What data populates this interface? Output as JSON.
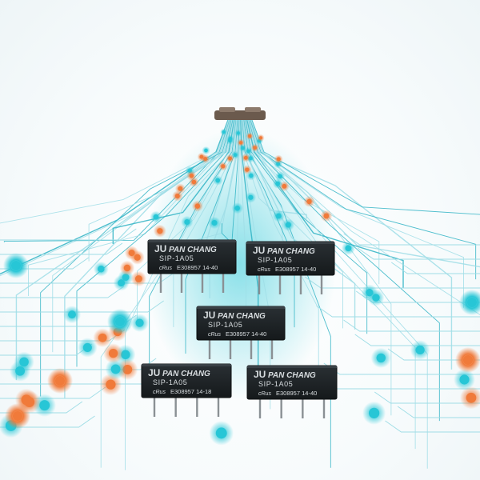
{
  "colors": {
    "trace": "#2fb3c4",
    "trace_light": "#9fdde6",
    "led_cyan": "#27c6d6",
    "led_orange": "#f07a3a",
    "relay_body": "#1e2326",
    "relay_text": "#d8dde0",
    "pin": "#8a9094"
  },
  "relays": [
    {
      "brand": "PAN CHANG",
      "model": "SIP-1A05",
      "cert": "E308957 14-40"
    },
    {
      "brand": "PAN CHANG",
      "model": "SIP-1A05",
      "cert": "E308957 14-40"
    },
    {
      "brand": "PAN CHANG",
      "model": "SIP-1A05",
      "cert": "E308957 14-40"
    },
    {
      "brand": "PAN CHANG",
      "model": "SIP-1A05",
      "cert": "E308957 14-18"
    },
    {
      "brand": "PAN CHANG",
      "model": "SIP-1A05",
      "cert": "E308957 14-40"
    }
  ]
}
